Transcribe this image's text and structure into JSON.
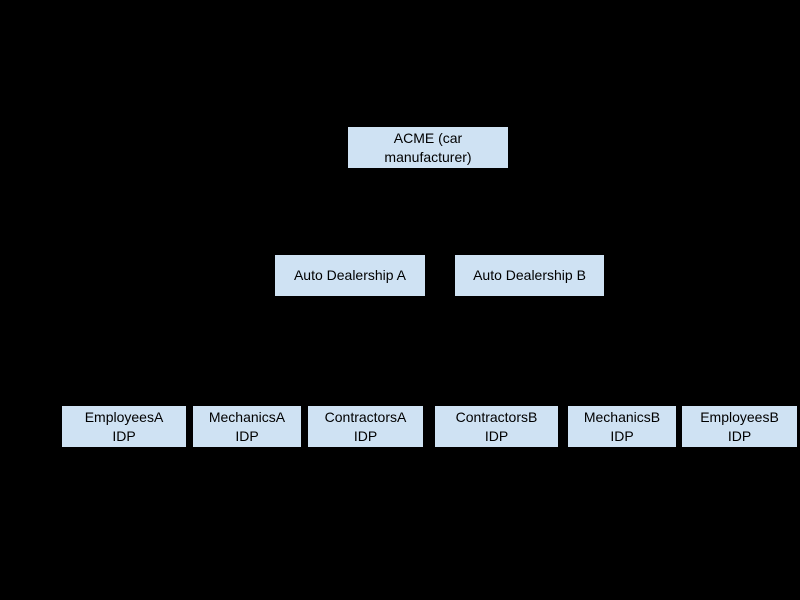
{
  "colors": {
    "background": "#000000",
    "node_fill": "#cfe2f3",
    "node_text": "#000000"
  },
  "diagram": {
    "type": "hierarchy",
    "nodes": [
      {
        "id": "acme",
        "level": 1,
        "label": "ACME (car\nmanufacturer)"
      },
      {
        "id": "dealership-a",
        "level": 2,
        "label": "Auto Dealership A"
      },
      {
        "id": "dealership-b",
        "level": 2,
        "label": "Auto Dealership B"
      },
      {
        "id": "employees-a",
        "level": 3,
        "label": "EmployeesA\nIDP"
      },
      {
        "id": "mechanics-a",
        "level": 3,
        "label": "MechanicsA\nIDP"
      },
      {
        "id": "contractors-a",
        "level": 3,
        "label": "ContractorsA\nIDP"
      },
      {
        "id": "contractors-b",
        "level": 3,
        "label": "ContractorsB\nIDP"
      },
      {
        "id": "mechanics-b",
        "level": 3,
        "label": "MechanicsB\nIDP"
      },
      {
        "id": "employees-b",
        "level": 3,
        "label": "EmployeesB\nIDP"
      }
    ]
  }
}
